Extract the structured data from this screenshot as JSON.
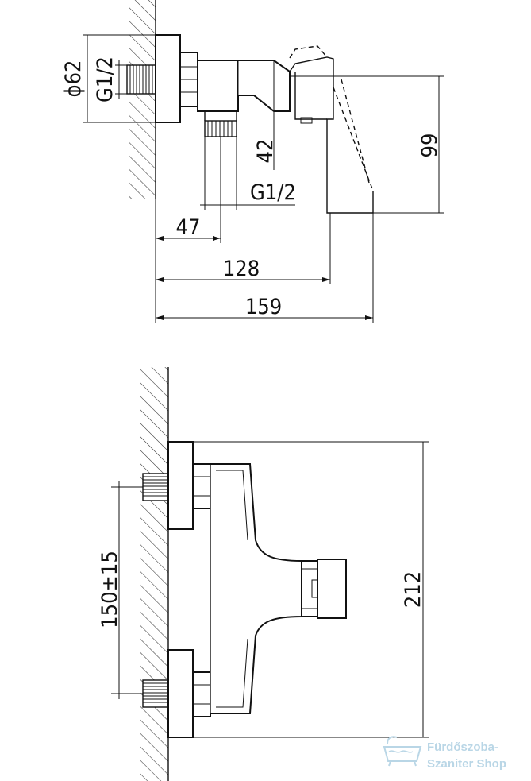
{
  "top_view": {
    "dim_diameter": "ϕ62",
    "dim_thread_left": "G1/2",
    "dim_42": "42",
    "dim_thread_bottom": "G1/2",
    "dim_47": "47",
    "dim_99": "99",
    "dim_128": "128",
    "dim_159": "159"
  },
  "front_view": {
    "dim_spacing": "150±15",
    "dim_212": "212"
  },
  "watermark": {
    "line1": "Fürdőszoba-",
    "line2": "Szaniter Shop",
    "icon": "bathtub-icon"
  }
}
